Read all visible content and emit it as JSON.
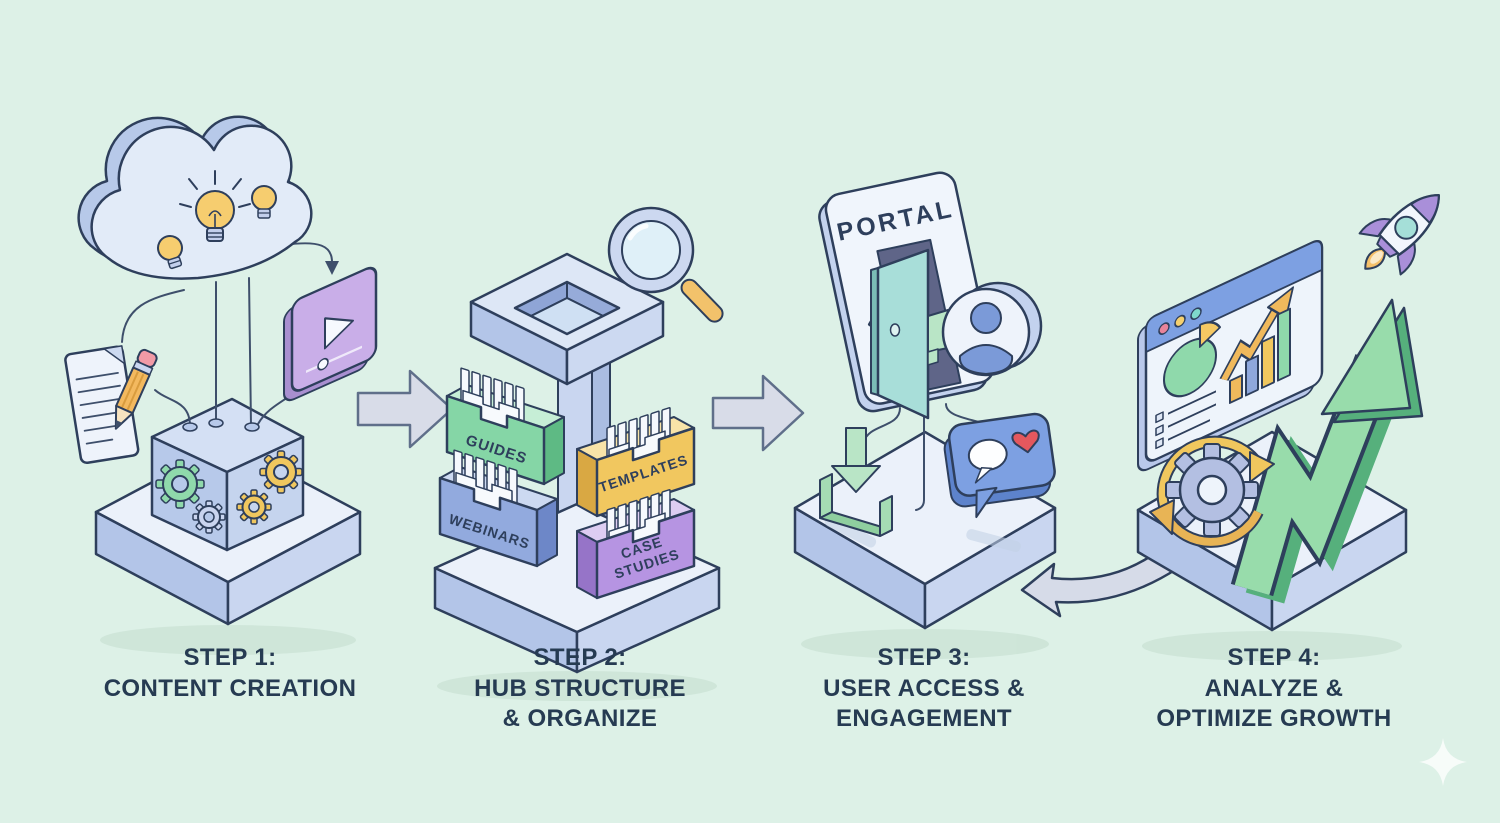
{
  "background": "#ddf1e7",
  "steps": [
    {
      "lines": [
        "STEP 1:",
        "CONTENT CREATION"
      ]
    },
    {
      "lines": [
        "STEP 2:",
        "HUB STRUCTURE",
        "& ORGANIZE"
      ]
    },
    {
      "lines": [
        "STEP 3:",
        "USER ACCESS &",
        "ENGAGEMENT"
      ]
    },
    {
      "lines": [
        "STEP 4:",
        "ANALYZE &",
        "OPTIMIZE GROWTH"
      ]
    }
  ],
  "hub": {
    "drawers": [
      {
        "label": "GUIDES"
      },
      {
        "label": "TEMPLATES"
      },
      {
        "label": "WEBINARS"
      },
      {
        "label": "CASE STUDIES",
        "line1": "CASE",
        "line2": "STUDIES"
      }
    ]
  },
  "portal": {
    "label": "PORTAL"
  },
  "colors": {
    "background": "#ddf1e7",
    "outline": "#2e3f5c",
    "caption_text": "#263b52",
    "platform_top": "#ebf1fa",
    "platform_left": "#b3c5e8",
    "platform_right": "#c9d6f0",
    "green": "#85d6a6",
    "yellow": "#f1c75f",
    "blue": "#92aade",
    "purple": "#b694e2",
    "teal": "#a8ded9",
    "red_heart": "#e4585e",
    "grey_arrow": "#d8dce8",
    "orange_pencil": "#f3b95f"
  }
}
